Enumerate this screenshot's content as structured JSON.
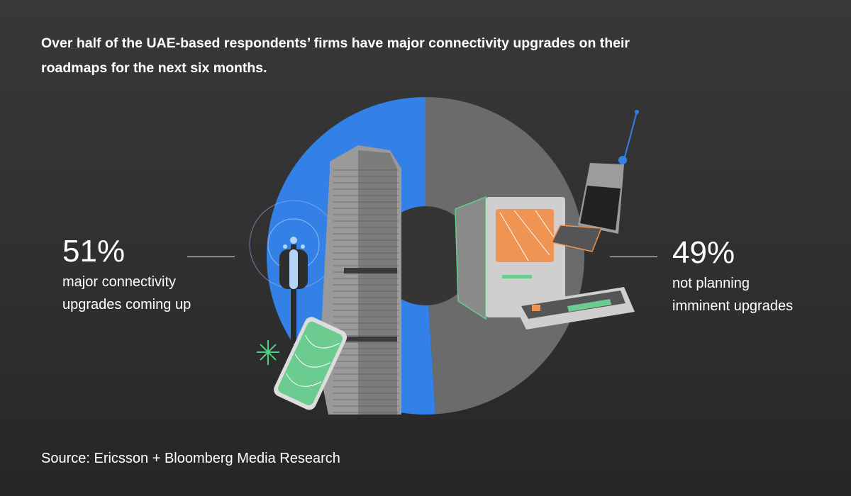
{
  "title": "Over half of the UAE-based respondents’ firms have major connectivity upgrades on their roadmaps for the next six months.",
  "source": "Source: Ericsson + Bloomberg Media Research",
  "chart_data": {
    "type": "pie",
    "donut": true,
    "title": "Over half of the UAE-based respondents’ firms have major connectivity upgrades on their roadmaps for the next six months.",
    "series": [
      {
        "name": "major connectivity upgrades coming up",
        "value": 51,
        "label": "51%",
        "desc_lines": [
          "major connectivity",
          "upgrades coming up"
        ],
        "color": "#3381e6"
      },
      {
        "name": "not planning imminent upgrades",
        "value": 49,
        "label": "49%",
        "desc_lines": [
          "not planning",
          "imminent upgrades"
        ],
        "color": "#6b6b6b"
      }
    ]
  }
}
